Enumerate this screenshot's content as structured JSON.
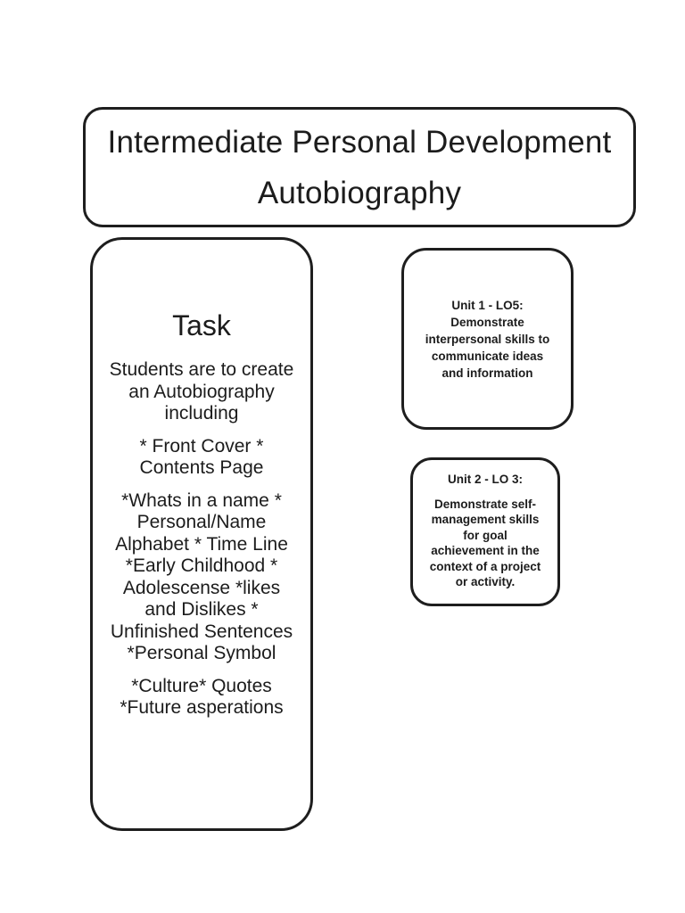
{
  "colors": {
    "ink": "#1c1c1c",
    "stroke": "#1e1e1e",
    "background": "#ffffff"
  },
  "title_box": {
    "lines": [
      "Intermediate Personal Development",
      "Autobiography"
    ]
  },
  "task_box": {
    "heading": "Task",
    "paragraphs": [
      [
        "Students are to create",
        "an Autobiography",
        "including"
      ],
      [
        "* Front Cover  *",
        "Contents Page"
      ],
      [
        "*Whats in a name *",
        "Personal/Name",
        "Alphabet * Time Line",
        "*Early Childhood *",
        "Adolescense *likes",
        "and Dislikes *",
        "Unfinished Sentences",
        "*Personal Symbol"
      ],
      [
        "*Culture* Quotes",
        "*Future asperations"
      ]
    ]
  },
  "unit1_box": {
    "heading": "Unit 1 - LO5:",
    "body": [
      "Demonstrate",
      "interpersonal skills to",
      "communicate ideas",
      "and information"
    ]
  },
  "unit2_box": {
    "heading": "Unit 2 - LO 3:",
    "body": [
      "Demonstrate self-",
      "management skills",
      "for goal",
      "achievement in the",
      "context of a project",
      "or activity."
    ]
  }
}
